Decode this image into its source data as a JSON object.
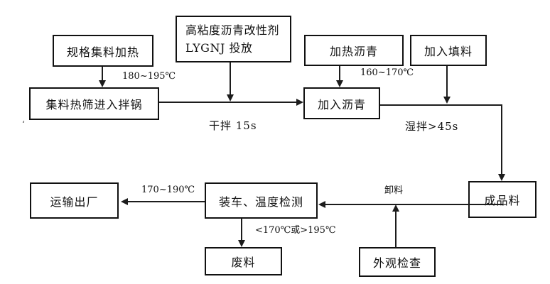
{
  "diagram": {
    "type": "flowchart",
    "background": "#ffffff",
    "line_color": "#1c1c1c",
    "nodes": {
      "spec_aggregate_heating": {
        "label": "规格集料加热"
      },
      "modifier_dosing": {
        "label_line1": "高粘度沥青改性剂",
        "label_line2": "LYGNJ 投放"
      },
      "heat_asphalt": {
        "label": "加热沥青"
      },
      "add_filler": {
        "label": "加入填料"
      },
      "hot_screen_to_mixer": {
        "label": "集料热筛进入拌锅"
      },
      "add_asphalt": {
        "label": "加入沥青"
      },
      "finished_material": {
        "label": "成品料"
      },
      "loading_temp_check": {
        "label": "装车、温度检测"
      },
      "transport_out": {
        "label": "运输出厂"
      },
      "waste": {
        "label": "废料"
      },
      "visual_inspection": {
        "label": "外观检查"
      }
    },
    "edge_labels": {
      "temp_180_195": "180~195℃",
      "temp_160_170": "160~170℃",
      "dry_mix": "干拌  15s",
      "wet_mix": "湿拌>45s",
      "unload": "卸料",
      "temp_170_190": "170~190℃",
      "reject_condition": "<170℃或>195℃"
    },
    "stray_mark": "‘",
    "edges": [
      "规格集料加热 → 集料热筛进入拌锅 (180~195℃)",
      "高粘度沥青改性剂LYGNJ投放 → 干拌线",
      "集料热筛进入拌锅 → 加入沥青 (干拌 15s)",
      "加热沥青 → 加入沥青 (160~170℃)",
      "加入填料 → 湿拌线",
      "加入沥青 → 成品料 (湿拌>45s)",
      "成品料 → 装车、温度检测 (卸料)",
      "外观检查 → 卸料线",
      "装车、温度检测 → 运输出厂 (170~190℃)",
      "装车、温度检测 → 废料 (<170℃或>195℃)"
    ]
  }
}
